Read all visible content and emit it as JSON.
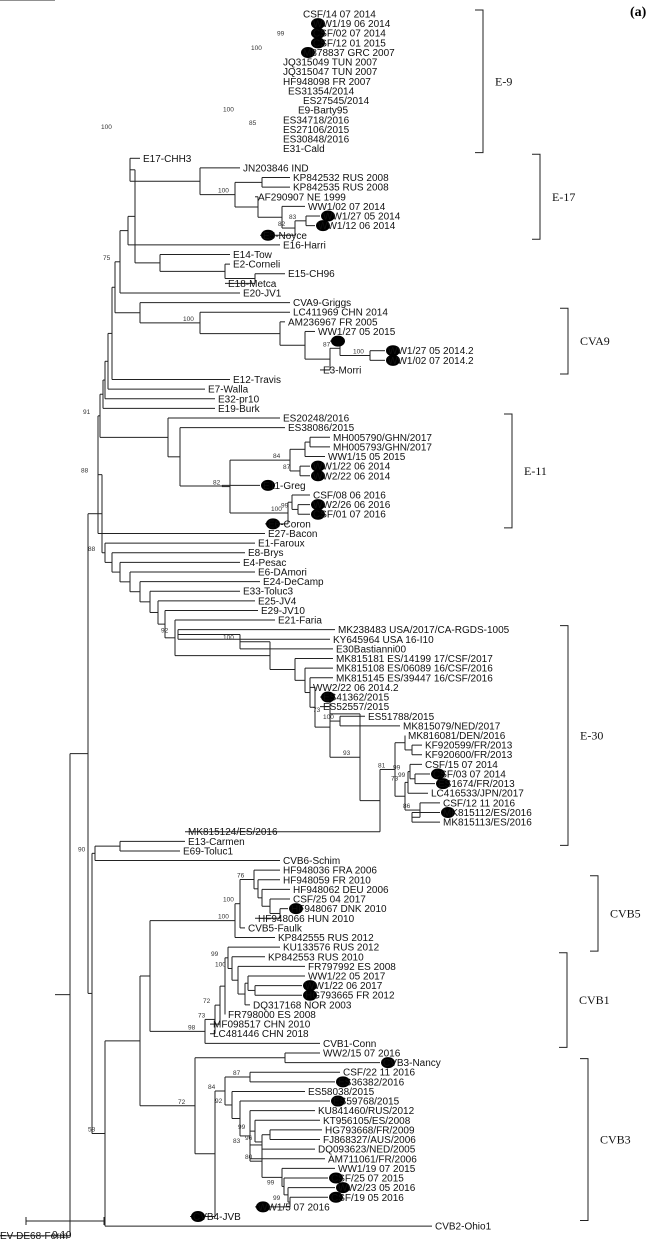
{
  "panel_label": "(a)",
  "scale_label": "0.10",
  "bootstrap": [
    "99",
    "100",
    "100",
    "85",
    "100",
    "83",
    "100",
    "82",
    "75",
    "100",
    "87",
    "100",
    "88",
    "91",
    "99",
    "87",
    "82",
    "100",
    "84",
    "88",
    "92",
    "100",
    "100",
    "73",
    "93",
    "86",
    "99",
    "99",
    "73",
    "81",
    "90",
    "76",
    "100",
    "100",
    "98",
    "73",
    "72",
    "99",
    "100",
    "58",
    "72",
    "87",
    "84",
    "92",
    "80",
    "99",
    "83",
    "99",
    "96",
    "99"
  ],
  "clades": [
    {
      "id": "e9",
      "label": "E-9"
    },
    {
      "id": "e17",
      "label": "E-17"
    },
    {
      "id": "cva9",
      "label": "CVA9"
    },
    {
      "id": "e11",
      "label": "E-11"
    },
    {
      "id": "e30",
      "label": "E-30"
    },
    {
      "id": "cvb5",
      "label": "CVB5"
    },
    {
      "id": "cvb1",
      "label": "CVB1"
    },
    {
      "id": "cvb3",
      "label": "CVB3"
    }
  ],
  "leaves": [
    {
      "label": "CSF/14 07 2014",
      "marked": false
    },
    {
      "label": "WW1/19 06 2014",
      "marked": true
    },
    {
      "label": "CSF/02 07 2014",
      "marked": true
    },
    {
      "label": "CSF/12 01 2015",
      "marked": true
    },
    {
      "label": "M878837 GRC 2007",
      "marked": true
    },
    {
      "label": "JQ315049 TUN 2007",
      "marked": false
    },
    {
      "label": "JQ315047 TUN 2007",
      "marked": false
    },
    {
      "label": "HF948098 FR 2007",
      "marked": false
    },
    {
      "label": "ES31354/2014",
      "marked": false
    },
    {
      "label": "ES27545/2014",
      "marked": false
    },
    {
      "label": "E9-Barty95",
      "marked": false
    },
    {
      "label": "ES34718/2016",
      "marked": false
    },
    {
      "label": "ES27106/2015",
      "marked": false
    },
    {
      "label": "ES30848/2016",
      "marked": false
    },
    {
      "label": "E31-Cald",
      "marked": false
    },
    {
      "label": "E17-CHH3",
      "marked": false
    },
    {
      "label": "JN203846 IND",
      "marked": false
    },
    {
      "label": "KP842532 RUS 2008",
      "marked": false
    },
    {
      "label": "KP842535 RUS 2008",
      "marked": false
    },
    {
      "label": "AF290907 NE 1999",
      "marked": false
    },
    {
      "label": "WW1/02 07 2014",
      "marked": false
    },
    {
      "label": "WW1/27 05 2014",
      "marked": true
    },
    {
      "label": "WW1/12 06 2014",
      "marked": true
    },
    {
      "label": "E5-Noyce",
      "marked": true
    },
    {
      "label": "E16-Harri",
      "marked": false
    },
    {
      "label": "E14-Tow",
      "marked": false
    },
    {
      "label": "E2-Corneli",
      "marked": false
    },
    {
      "label": "E15-CH96",
      "marked": false
    },
    {
      "label": "E18-Metca",
      "marked": false
    },
    {
      "label": "E20-JV1",
      "marked": false
    },
    {
      "label": "CVA9-Griggs",
      "marked": false
    },
    {
      "label": "LC411969 CHN 2014",
      "marked": false
    },
    {
      "label": "AM236967 FR 2005",
      "marked": false
    },
    {
      "label": "WW1/27 05 2015",
      "marked": false
    },
    {
      "label": "",
      "marked": true
    },
    {
      "label": "WW1/27 05 2014.2",
      "marked": true
    },
    {
      "label": "WW1/02 07 2014.2",
      "marked": true
    },
    {
      "label": "E3-Morri",
      "marked": false
    },
    {
      "label": "E12-Travis",
      "marked": false
    },
    {
      "label": "E7-Walla",
      "marked": false
    },
    {
      "label": "E32-pr10",
      "marked": false
    },
    {
      "label": "E19-Burk",
      "marked": false
    },
    {
      "label": "ES20248/2016",
      "marked": false
    },
    {
      "label": "ES38086/2015",
      "marked": false
    },
    {
      "label": "MH005790/GHN/2017",
      "marked": false
    },
    {
      "label": "MH005793/GHN/2017",
      "marked": false
    },
    {
      "label": "WW1/15 05 2015",
      "marked": false
    },
    {
      "label": "WW1/22 06 2014",
      "marked": true
    },
    {
      "label": "WW2/22 06 2014",
      "marked": true
    },
    {
      "label": "E11-Greg",
      "marked": true
    },
    {
      "label": "CSF/08 06 2016",
      "marked": false
    },
    {
      "label": "WW2/26 06 2016",
      "marked": true
    },
    {
      "label": "CSF/01 07 2016",
      "marked": true
    },
    {
      "label": "E6-Coron",
      "marked": true
    },
    {
      "label": "E27-Bacon",
      "marked": false
    },
    {
      "label": "E1-Faroux",
      "marked": false
    },
    {
      "label": "E8-Brys",
      "marked": false
    },
    {
      "label": "E4-Pesac",
      "marked": false
    },
    {
      "label": "E6-DAmori",
      "marked": false
    },
    {
      "label": "E24-DeCamp",
      "marked": false
    },
    {
      "label": "E33-Toluc3",
      "marked": false
    },
    {
      "label": "E25-JV4",
      "marked": false
    },
    {
      "label": "E29-JV10",
      "marked": false
    },
    {
      "label": "E21-Faria",
      "marked": false
    },
    {
      "label": "MK238483 USA/2017/CA-RGDS-1005",
      "marked": false
    },
    {
      "label": "KY645964 USA 16-I10",
      "marked": false
    },
    {
      "label": "E30Bastianni00",
      "marked": false
    },
    {
      "label": "MK815181 ES/14199 17/CSF/2017",
      "marked": false
    },
    {
      "label": "MK815108 ES/06089 16/CSF/2016",
      "marked": false
    },
    {
      "label": "MK815145 ES/39447 16/CSF/2016",
      "marked": false
    },
    {
      "label": "WW2/22 06 2014.2",
      "marked": false
    },
    {
      "label": "ES41362/2015",
      "marked": true
    },
    {
      "label": "ES52557/2015",
      "marked": false
    },
    {
      "label": "ES51788/2015",
      "marked": false
    },
    {
      "label": "MK815079/NED/2017",
      "marked": false
    },
    {
      "label": "MK816081/DEN/2016",
      "marked": false
    },
    {
      "label": "KF920599/FR/2013",
      "marked": false
    },
    {
      "label": "KF920600/FR/2013",
      "marked": false
    },
    {
      "label": "CSF/15 07 2014",
      "marked": false
    },
    {
      "label": "CSF/03 07 2014",
      "marked": true
    },
    {
      "label": "ES1674/FR/2013",
      "marked": true
    },
    {
      "label": "LC416533/JPN/2017",
      "marked": false
    },
    {
      "label": "CSF/12 11 2016",
      "marked": false
    },
    {
      "label": "MK815112/ES/2016",
      "marked": true
    },
    {
      "label": "MK815113/ES/2016",
      "marked": false
    },
    {
      "label": "MK815124/ES/2016",
      "marked": false
    },
    {
      "label": "E13-Carmen",
      "marked": false
    },
    {
      "label": "E69-Toluc1",
      "marked": false
    },
    {
      "label": "CVB6-Schim",
      "marked": false
    },
    {
      "label": "HF948036 FRA 2006",
      "marked": false
    },
    {
      "label": "HF948059 FR 2010",
      "marked": false
    },
    {
      "label": "HF948062 DEU 2006",
      "marked": false
    },
    {
      "label": "CSF/25 04 2017",
      "marked": false
    },
    {
      "label": "HF948067 DNK 2010",
      "marked": true
    },
    {
      "label": "HF948066 HUN 2010",
      "marked": false
    },
    {
      "label": "CVB5-Faulk",
      "marked": false
    },
    {
      "label": "KP842555 RUS 2012",
      "marked": false
    },
    {
      "label": "KU133576 RUS 2012",
      "marked": false
    },
    {
      "label": "KP842553 RUS 2010",
      "marked": false
    },
    {
      "label": "FR797992 ES 2008",
      "marked": false
    },
    {
      "label": "WW1/22 05 2017",
      "marked": false
    },
    {
      "label": "WW1/22 06 2017",
      "marked": true
    },
    {
      "label": "HG793665 FR 2012",
      "marked": true
    },
    {
      "label": "DQ317168 NOR 2003",
      "marked": false
    },
    {
      "label": "FR798000 ES 2008",
      "marked": false
    },
    {
      "label": "MF098517 CHN 2010",
      "marked": false
    },
    {
      "label": "LC481446 CHN 2018",
      "marked": false
    },
    {
      "label": "CVB1-Conn",
      "marked": false
    },
    {
      "label": "WW2/15 07 2016",
      "marked": false
    },
    {
      "label": "CVB3-Nancy",
      "marked": true
    },
    {
      "label": "CSF/22 11 2016",
      "marked": false
    },
    {
      "label": "ES36382/2016",
      "marked": true
    },
    {
      "label": "ES58038/2015",
      "marked": false
    },
    {
      "label": "ES59768/2015",
      "marked": true
    },
    {
      "label": "KU841460/RUS/2012",
      "marked": false
    },
    {
      "label": "KT956105/ES/2008",
      "marked": false
    },
    {
      "label": "HG793668/FR/2009",
      "marked": false
    },
    {
      "label": "FJ868327/AUS/2006",
      "marked": false
    },
    {
      "label": "DQ093623/NED/2005",
      "marked": false
    },
    {
      "label": "AM711061/FR/2006",
      "marked": false
    },
    {
      "label": "WW1/19 07 2015",
      "marked": false
    },
    {
      "label": "CSF/25 07 2015",
      "marked": true
    },
    {
      "label": "WW2/23 05 2016",
      "marked": true
    },
    {
      "label": "CSF/19 05 2016",
      "marked": true
    },
    {
      "label": "WW1/5 07 2016",
      "marked": true
    },
    {
      "label": "CVB4-JVB",
      "marked": true
    },
    {
      "label": "CVB2-Ohio1",
      "marked": false
    },
    {
      "label": "EV-DE68-Ferm",
      "marked": false
    }
  ]
}
